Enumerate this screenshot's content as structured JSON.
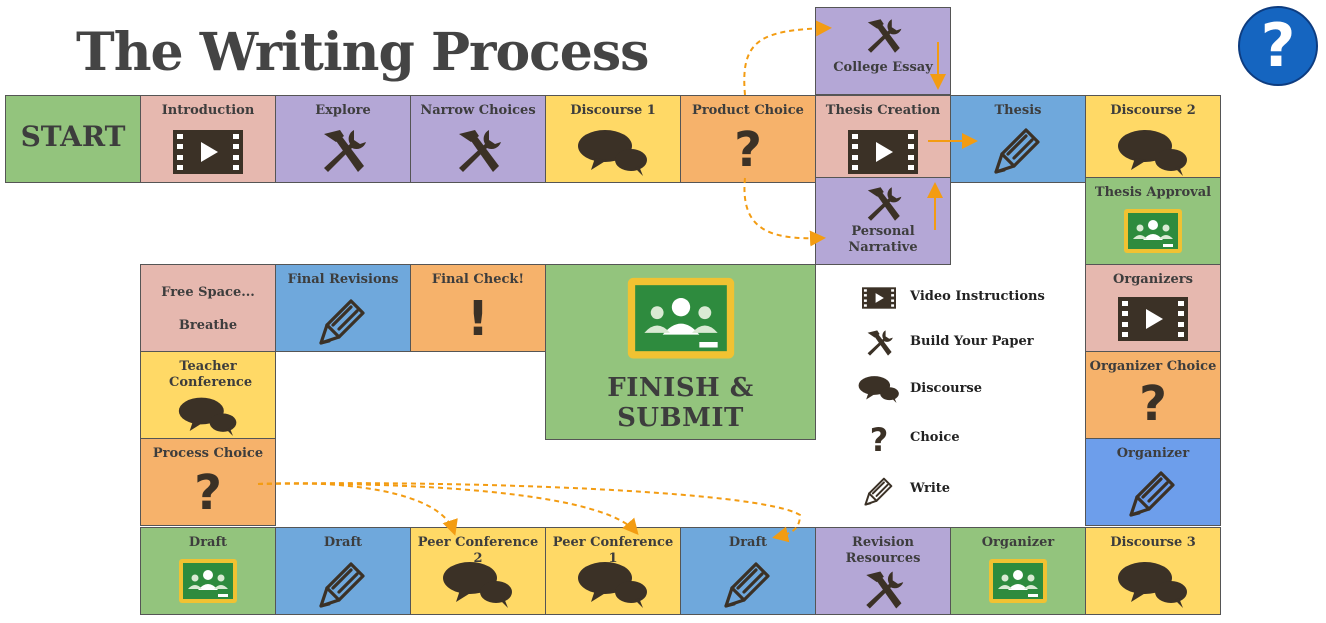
{
  "title": "The Writing Process",
  "help_button": {
    "label": "?"
  },
  "colors": {
    "green": "#93c47d",
    "pink": "#e6b8af",
    "purple": "#b4a7d6",
    "yellow": "#ffd966",
    "orange": "#f6b26b",
    "blue": "#6fa8dc",
    "icon": "#3b3126",
    "arrow": "#f39c12"
  },
  "tiles": {
    "start": "START",
    "introduction": "Introduction",
    "explore": "Explore",
    "narrow_choices": "Narrow Choices",
    "discourse_1": "Discourse 1",
    "product_choice": "Product Choice",
    "thesis_creation": "Thesis Creation",
    "thesis": "Thesis",
    "discourse_2": "Discourse 2",
    "college_essay": "College Essay",
    "personal_narrative": "Personal Narrative",
    "thesis_approval": "Thesis Approval",
    "organizers": "Organizers",
    "organizer_choice": "Organizer Choice",
    "organizer_blue": "Organizer",
    "discourse_3": "Discourse 3",
    "organizer_green": "Organizer",
    "revision_resources": "Revision Resources",
    "draft_3": "Draft",
    "peer_conference_1": "Peer Conference 1",
    "peer_conference_2": "Peer Conference 2",
    "draft_2": "Draft",
    "draft_1": "Draft",
    "process_choice": "Process Choice",
    "teacher_conference": "Teacher Conference",
    "free_space_line1": "Free Space...",
    "free_space_line2": "Breathe",
    "final_revisions": "Final Revisions",
    "final_check": "Final Check!",
    "finish": "FINISH & SUBMIT"
  },
  "icons": {
    "question": "?",
    "exclamation": "!"
  },
  "legend": [
    {
      "icon": "video-icon",
      "label": "Video Instructions"
    },
    {
      "icon": "tools-icon",
      "label": "Build Your Paper"
    },
    {
      "icon": "discourse-icon",
      "label": "Discourse"
    },
    {
      "icon": "question-icon",
      "label": "Choice",
      "glyph": "?"
    },
    {
      "icon": "pencil-icon",
      "label": "Write"
    }
  ]
}
